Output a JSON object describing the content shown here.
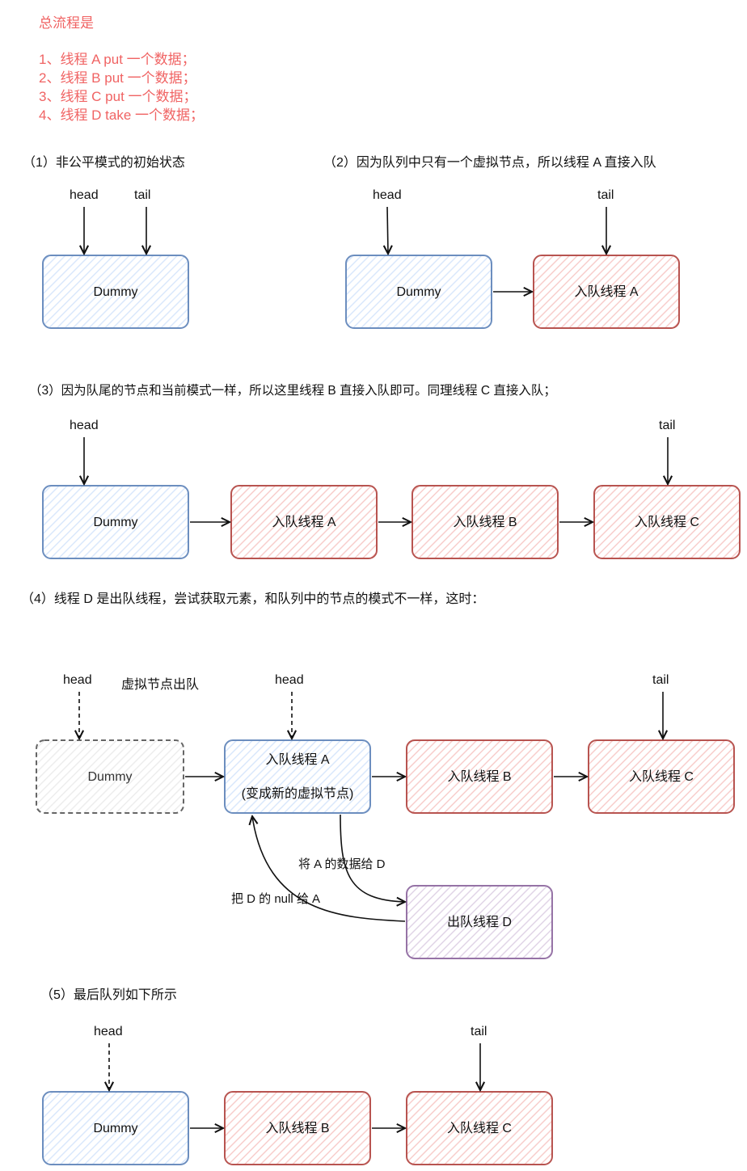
{
  "intro": {
    "title": "总流程是",
    "steps": [
      "1、线程 A put 一个数据；",
      "2、线程 B put 一个数据；",
      "3、线程 C put 一个数据；",
      "4、线程 D take 一个数据；"
    ],
    "color": "#f06363"
  },
  "colors": {
    "dummy_fill": "#dae8fc",
    "dummy_stroke": "#6c8ebf",
    "enqueue_fill": "#f8cecc",
    "enqueue_stroke": "#b85450",
    "dequeue_fill": "#e1d5e7",
    "dequeue_stroke": "#9673a6",
    "removed_fill": "#f5f5f5",
    "removed_stroke": "#666666"
  },
  "pointers": {
    "head": "head",
    "tail": "tail"
  },
  "sections": [
    {
      "caption": "（1）非公平模式的初始状态",
      "nodes": [
        {
          "label": "Dummy",
          "kind": "dummy"
        }
      ]
    },
    {
      "caption": "（2）因为队列中只有一个虚拟节点，所以线程 A 直接入队",
      "nodes": [
        {
          "label": "Dummy",
          "kind": "dummy"
        },
        {
          "label": "入队线程 A",
          "kind": "enqueue"
        }
      ]
    },
    {
      "caption": "（3）因为队尾的节点和当前模式一样，所以这里线程 B 直接入队即可。同理线程 C 直接入队；",
      "nodes": [
        {
          "label": "Dummy",
          "kind": "dummy"
        },
        {
          "label": "入队线程 A",
          "kind": "enqueue"
        },
        {
          "label": "入队线程 B",
          "kind": "enqueue"
        },
        {
          "label": "入队线程 C",
          "kind": "enqueue"
        }
      ]
    },
    {
      "caption": "（4）线程 D 是出队线程，尝试获取元素，和队列中的节点的模式不一样，这时：",
      "annotation": "虚拟节点出队",
      "nodes": [
        {
          "label": "Dummy",
          "kind": "removed"
        },
        {
          "label": "入队线程 A",
          "sublabel": "(变成新的虚拟节点)",
          "kind": "dummy"
        },
        {
          "label": "入队线程 B",
          "kind": "enqueue"
        },
        {
          "label": "入队线程 C",
          "kind": "enqueue"
        },
        {
          "label": "出队线程 D",
          "kind": "dequeue"
        }
      ],
      "edge_labels": {
        "a_to_d": "将 A 的数据给 D",
        "d_to_a": "把 D 的 null 给 A"
      }
    },
    {
      "caption": "（5）最后队列如下所示",
      "nodes": [
        {
          "label": "Dummy",
          "kind": "dummy"
        },
        {
          "label": "入队线程 B",
          "kind": "enqueue"
        },
        {
          "label": "入队线程 C",
          "kind": "enqueue"
        }
      ]
    }
  ]
}
